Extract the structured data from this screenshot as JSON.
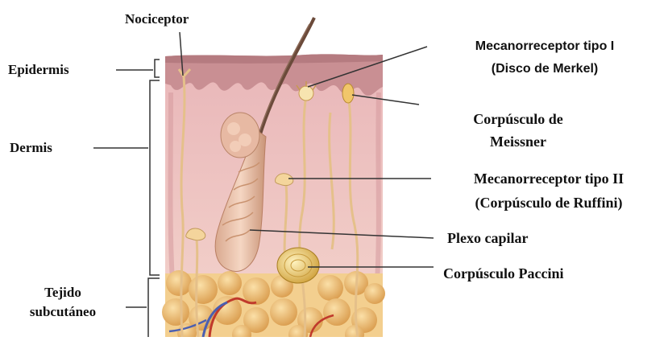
{
  "labels": {
    "nociceptor": "Nociceptor",
    "epidermis": "Epidermis",
    "dermis": "Dermis",
    "tejido_line1": "Tejido",
    "tejido_line2": "subcutáneo",
    "merkel_line1": "Mecanorreceptor tipo I",
    "merkel_line2": "(Disco de Merkel)",
    "meissner_line1": "Corpúsculo de",
    "meissner_line2": "Meissner",
    "ruffini_line1": "Mecanorreceptor tipo II",
    "ruffini_line2": "(Corpúsculo de Ruffini)",
    "plexo": "Plexo capilar",
    "paccini": "Corpúsculo Paccini"
  },
  "colors": {
    "epidermis": "#c98f93",
    "dermis": "#efc2c2",
    "dermis_dark": "#d99a9c",
    "fat": "#efc277",
    "nerve": "#e8c58c",
    "hair": "#6b4a3a",
    "line": "#333333"
  }
}
